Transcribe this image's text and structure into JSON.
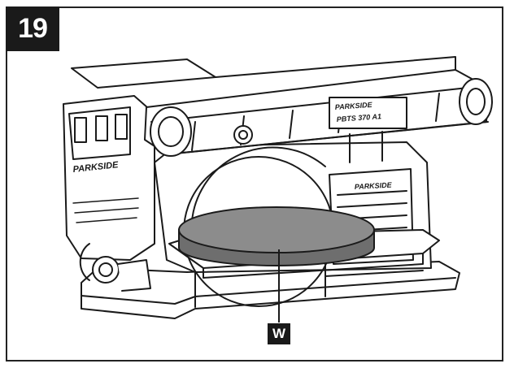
{
  "figure": {
    "number": "19"
  },
  "machine": {
    "brand_side": "PARKSIDE",
    "brand_top": "PARKSIDE",
    "model": "PBTS 370 A1",
    "brand_front": "PARKSIDE"
  },
  "callout": {
    "label": "W"
  },
  "colors": {
    "ink": "#1a1a1a",
    "workpiece": "#8c8c8c",
    "workpiece_dark": "#6e6e6e"
  }
}
